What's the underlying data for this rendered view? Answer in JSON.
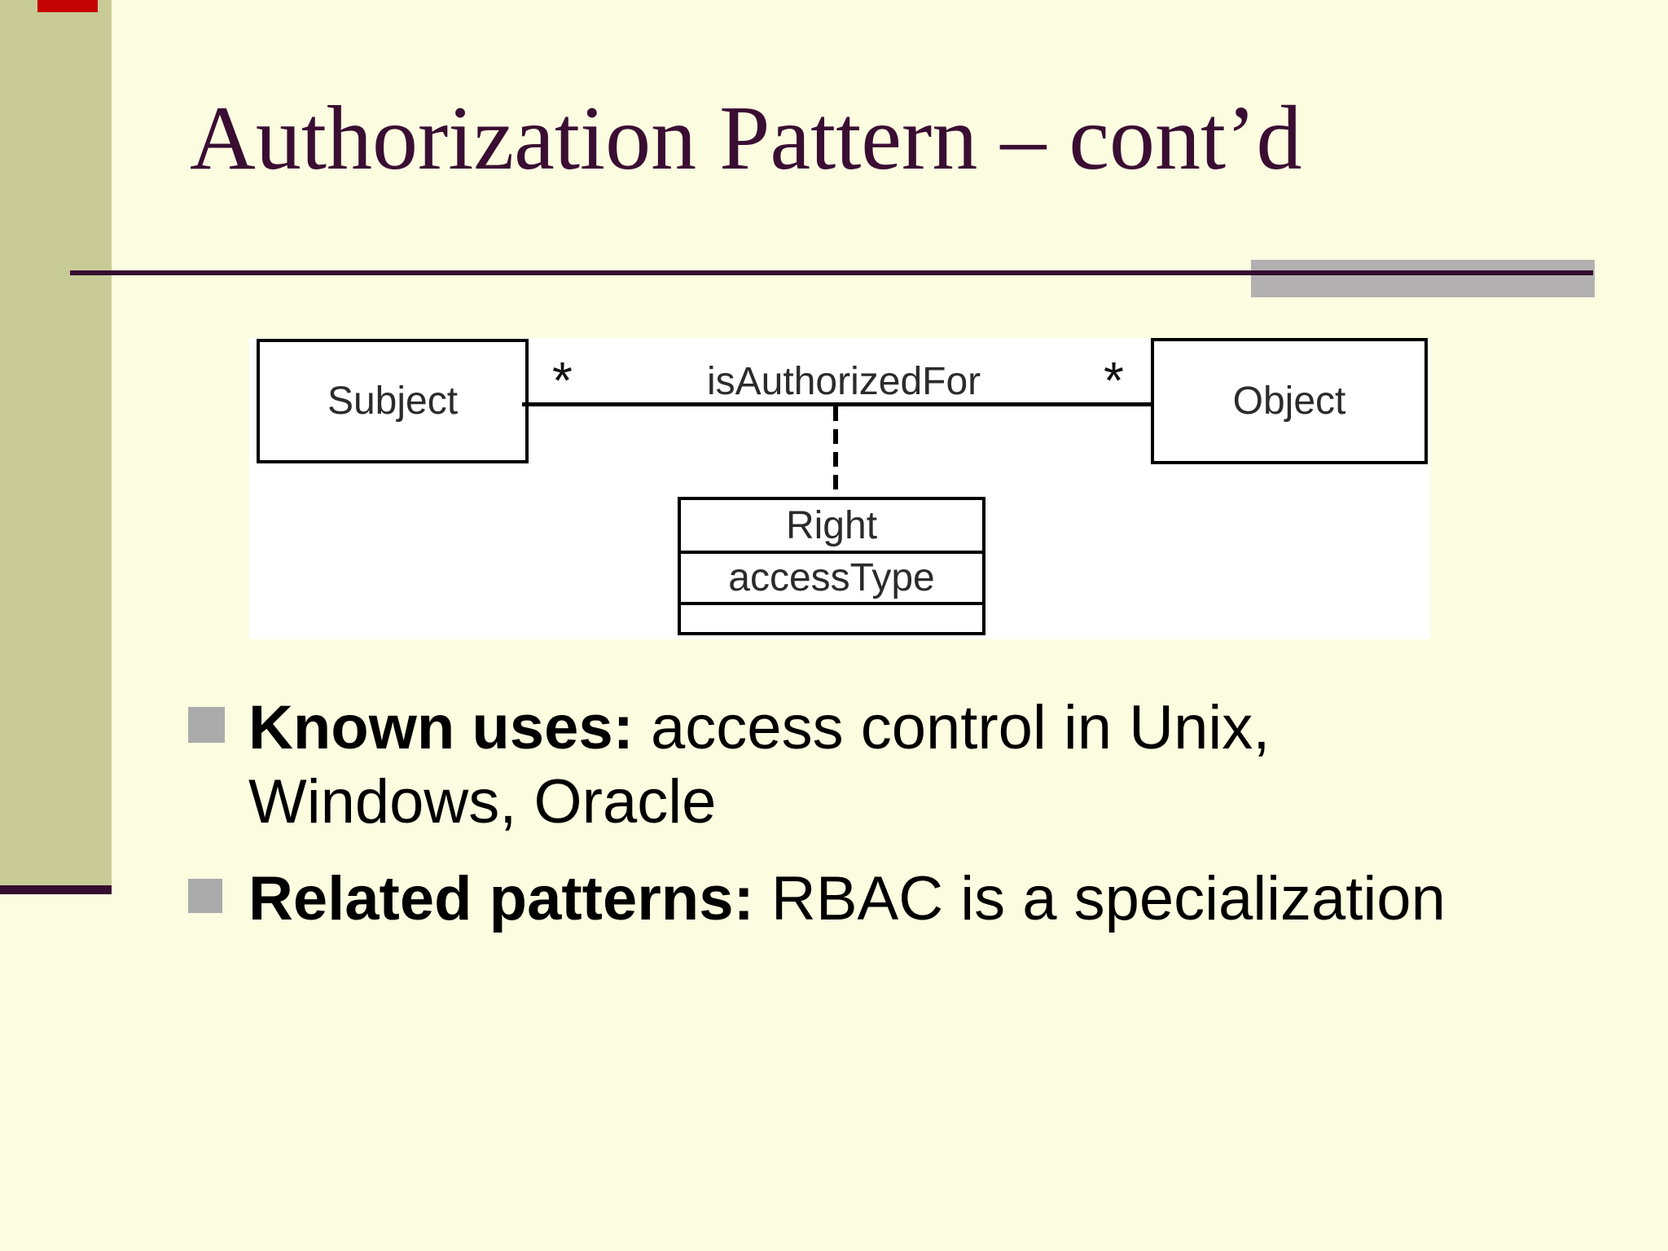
{
  "colors": {
    "bg": "#FCFCE0",
    "olive": "#C9CB97",
    "maroon": "#350C30",
    "titleInk": "#3A0E33",
    "gray": "#B2B0B1",
    "red": "#C40404",
    "bulletGray": "#ABABAB"
  },
  "slide": {
    "title": "Authorization Pattern – cont’d"
  },
  "diagram": {
    "subject": "Subject",
    "left_multiplicity": "*",
    "association": "isAuthorizedFor",
    "right_multiplicity": "*",
    "object": "Object",
    "assoc_class_name": "Right",
    "assoc_class_attribute": "accessType"
  },
  "bullets": [
    {
      "label": "Known uses:",
      "line1": " access control in Unix,",
      "line2": "Windows, Oracle"
    },
    {
      "label": "Related patterns:",
      "line1": " RBAC is a specialization"
    }
  ]
}
